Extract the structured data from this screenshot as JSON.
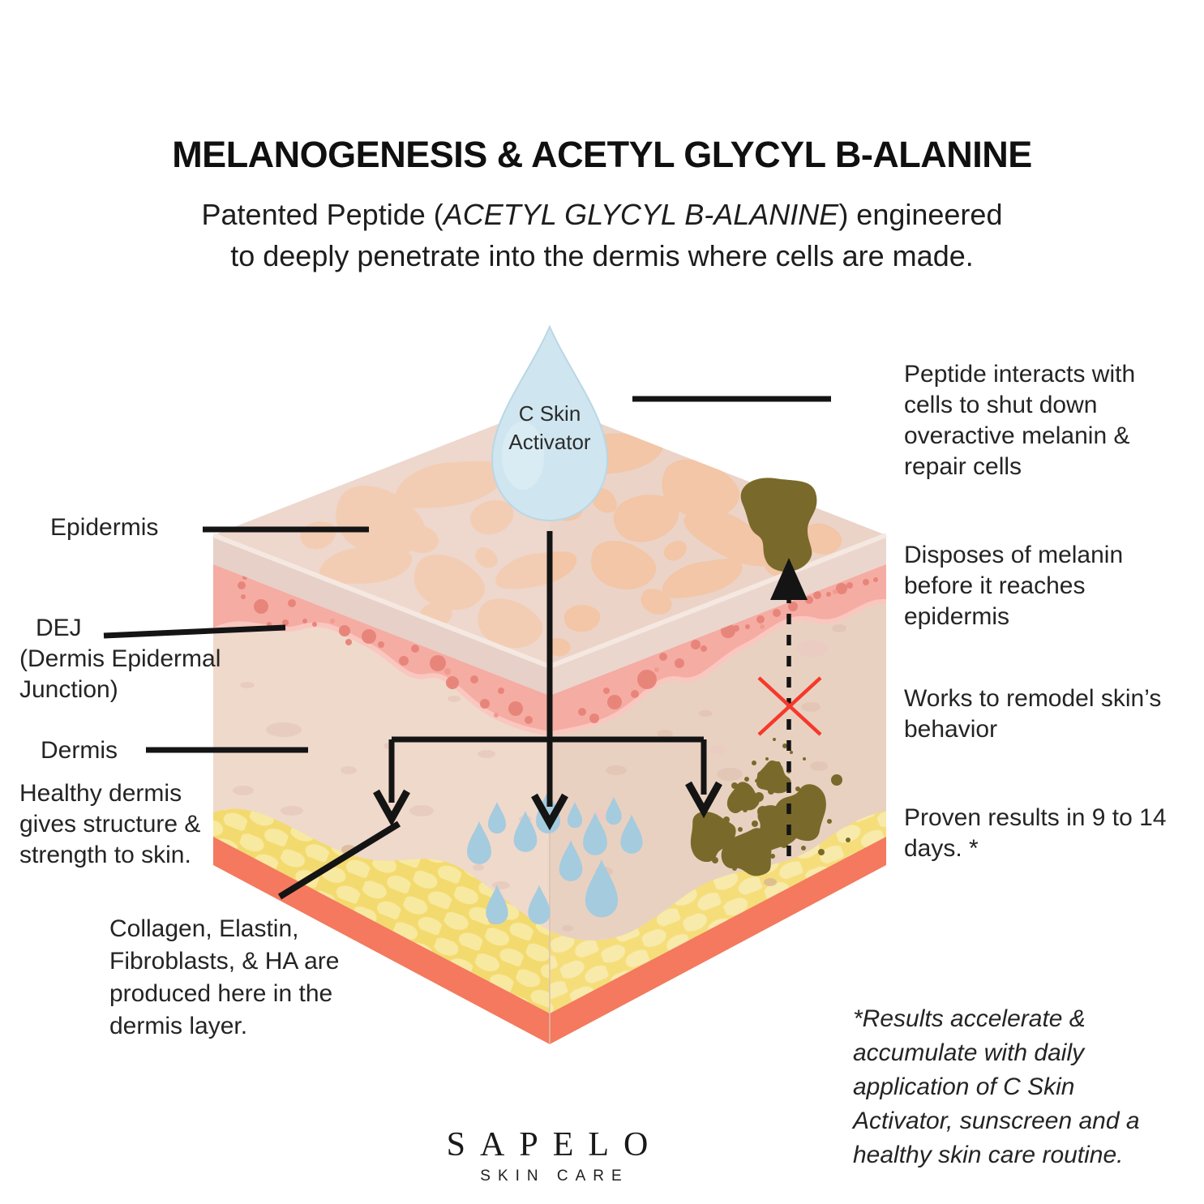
{
  "page": {
    "background": "#ffffff"
  },
  "header": {
    "title": "MELANOGENESIS & ACETYL GLYCYL B-ALANINE",
    "subtitle_pre": "Patented Peptide (",
    "subtitle_em": "ACETYL GLYCYL B-ALANINE",
    "subtitle_post": ") engineered",
    "subtitle_line2": "to deeply penetrate into the dermis where cells are made."
  },
  "droplet": {
    "label": "C Skin\nActivator"
  },
  "skin_layers": {
    "epidermis": "Epidermis",
    "dej": "DEJ\n(Dermis Epidermal\nJunction)",
    "dermis": "Dermis",
    "dermis_note": "Healthy dermis\ngives structure &\nstrength to skin.",
    "collagen_note": "Collagen, Elastin,\nFibroblasts, & HA are\nproduced here in the\ndermis layer."
  },
  "benefits": {
    "peptide": "Peptide interacts with\ncells to shut down\noveractive melanin &\nrepair cells",
    "disposes": "Disposes of melanin\nbefore it reaches\nepidermis",
    "works": "Works to remodel skin’s\nbehavior",
    "proven": "Proven results in 9 to 14\ndays. *",
    "footnote": "*Results accelerate &\naccumulate with daily\napplication of C Skin\nActivator, sunscreen and a\nhealthy skin care routine."
  },
  "logo": {
    "name": "SAPELO",
    "tagline": "SKIN CARE"
  },
  "colors": {
    "top_skin_blob": "#f2c6a6",
    "top_base": "#ecd3c7",
    "epidermis_edge": "#e8d2ca",
    "dej_pink": "#f5aca3",
    "dej_dot": "#e8857a",
    "dermis_left": "#efd9cb",
    "dermis_right": "#e9d1c1",
    "fat_yellow": "#f3da6f",
    "fat_bump": "#f9eca6",
    "base_salmon": "#f4795e",
    "droplet_blue": "#cfe6f0",
    "water_drop_blue": "#a5cbde",
    "melanin_olive": "#796a2b",
    "cross_red": "#f5392b",
    "line_black": "#141414"
  },
  "icons": {
    "droplet": "droplet-icon",
    "water": "water-drop-icon",
    "melanin": "melanin-blob-icon",
    "blocked": "red-x-icon",
    "penetrate": "arrow-down-icon",
    "rise": "dashed-arrow-up-icon"
  }
}
